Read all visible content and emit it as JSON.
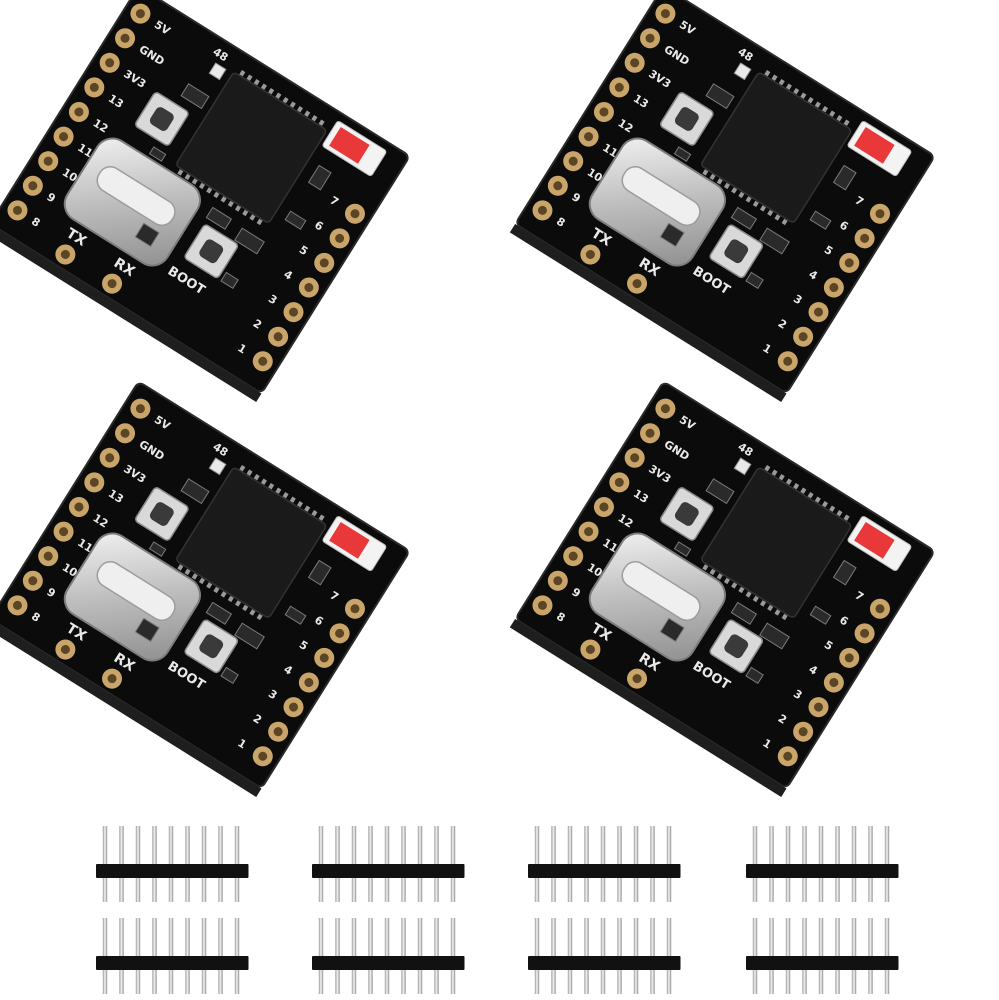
{
  "board_labels": {
    "left_pins": [
      "5V",
      "GND",
      "3V3",
      "13",
      "12",
      "11",
      "10",
      "9",
      "8"
    ],
    "right_pins": [
      "7",
      "6",
      "5",
      "4",
      "3",
      "2",
      "1"
    ],
    "tx": "TX",
    "rx": "RX",
    "boot": "BOOT",
    "led": "48"
  },
  "colors": {
    "pcb": "#0b0b0b",
    "pad_gold": "#c9a56a",
    "silkscreen": "#e9e9e9",
    "chip": "#1a1a1a",
    "metal": "#d8d8d8",
    "antenna_red": "#e8383a",
    "header_plastic": "#111111",
    "header_pin": "#cfcfcf"
  },
  "counts": {
    "boards": 4,
    "pin_headers": 8
  }
}
